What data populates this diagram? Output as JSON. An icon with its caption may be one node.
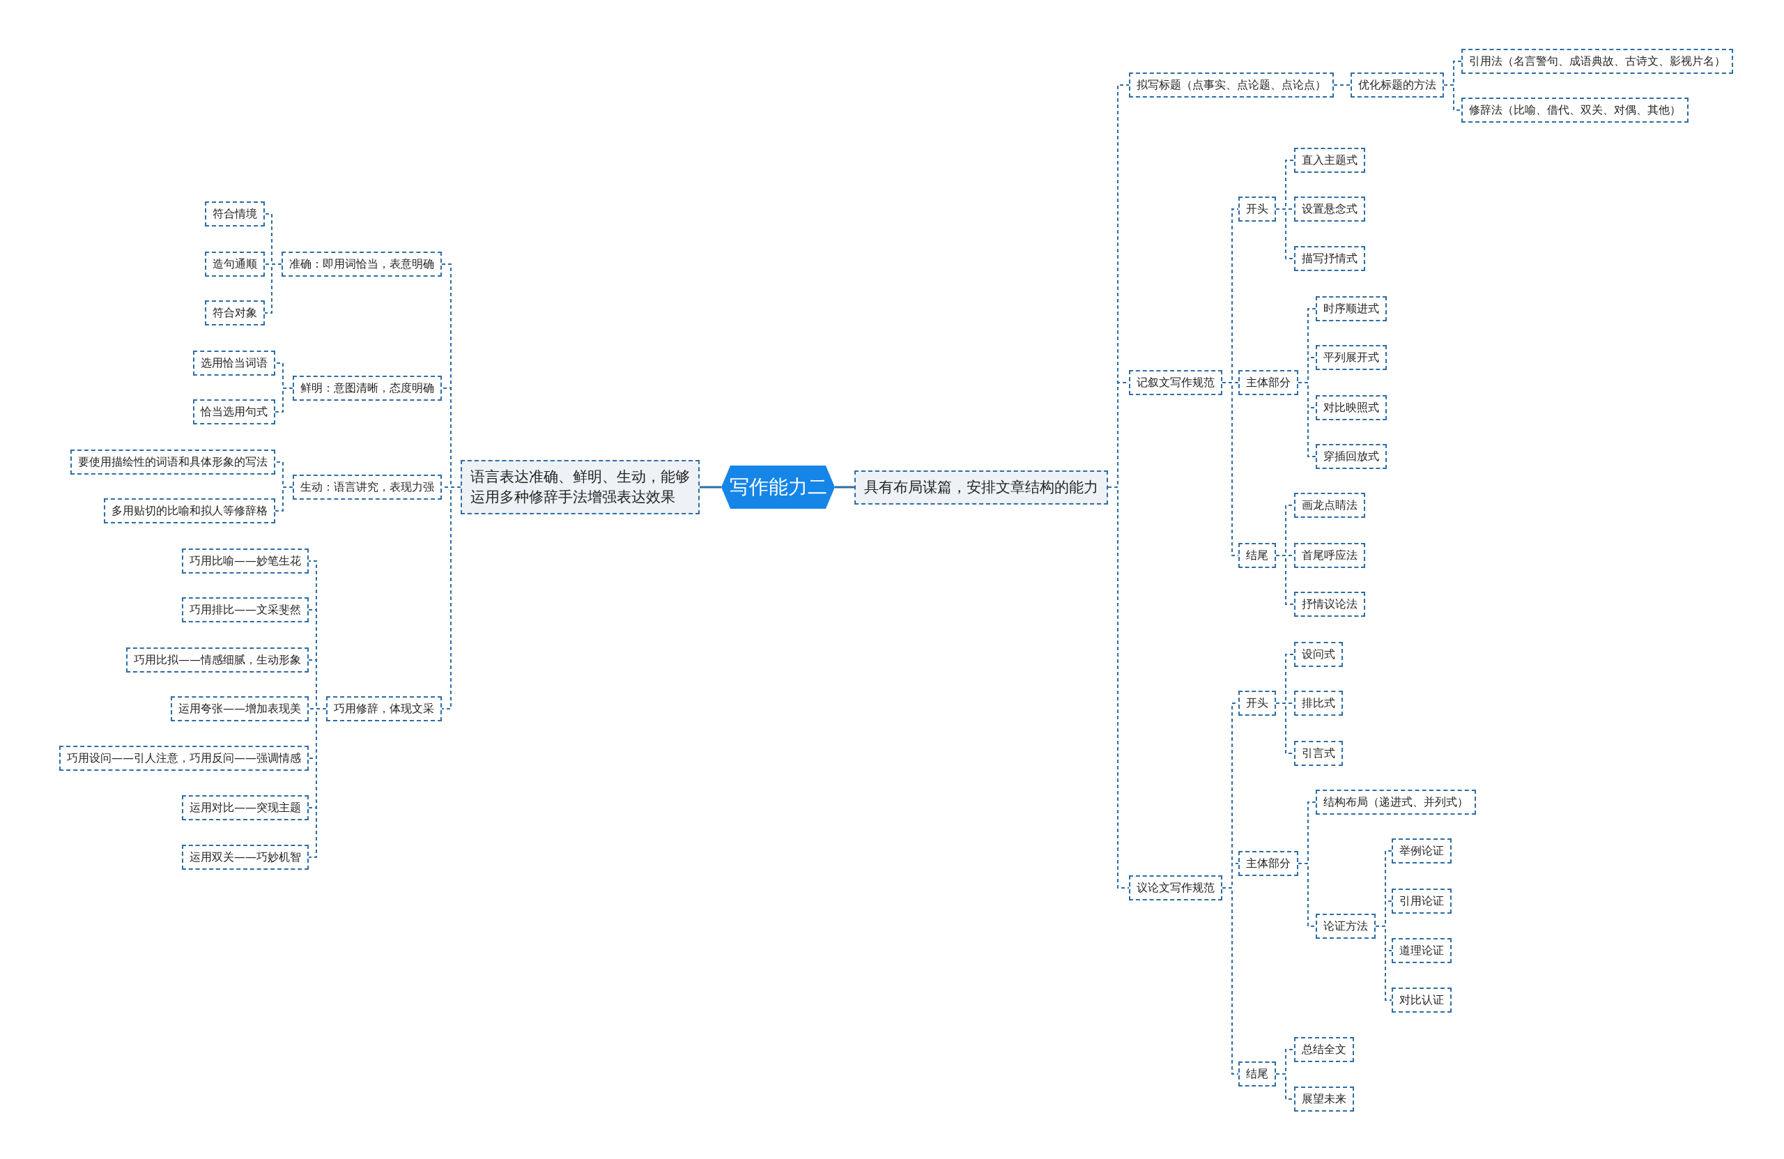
{
  "diagram": {
    "nodes": [
      {
        "text": [
          "写作能力二"
        ]
      },
      {
        "text": [
          "语言表达准确、鲜明、生动，能够运用多种修辞手法增强表达效果"
        ]
      },
      {
        "text": [
          "准确：即用词恰当，表意明确"
        ]
      },
      {
        "text": [
          "符合情境"
        ]
      },
      {
        "text": [
          "造句通顺"
        ]
      },
      {
        "text": [
          "符合对象"
        ]
      },
      {
        "text": [
          "鲜明：意图清晰，态度明确"
        ]
      },
      {
        "text": [
          "选用恰当词语"
        ]
      },
      {
        "text": [
          "恰当选用句式"
        ]
      },
      {
        "text": [
          "生动：语言讲究，表现力强"
        ]
      },
      {
        "text": [
          "要使用描绘性的词语和具体形象的写法"
        ]
      },
      {
        "text": [
          "多用贴切的比喻和拟人等修辞格"
        ]
      },
      {
        "text": [
          "巧用修辞，体现文采"
        ]
      },
      {
        "text": [
          "巧用比喻——妙笔生花"
        ]
      },
      {
        "text": [
          "巧用排比——文采斐然"
        ]
      },
      {
        "text": [
          "巧用比拟——情感细腻，生动形象"
        ]
      },
      {
        "text": [
          "运用夸张——增加表现美"
        ]
      },
      {
        "text": [
          "巧用设问——引人注意，巧用反问——强调情感"
        ]
      },
      {
        "text": [
          "运用对比——突现主题"
        ]
      },
      {
        "text": [
          "运用双关——巧妙机智"
        ]
      },
      {
        "text": [
          "具有布局谋篇，安排文章结构的能力"
        ]
      },
      {
        "text": [
          "拟写标题（点事实、点论题、点论点）"
        ]
      },
      {
        "text": [
          "优化标题的方法"
        ]
      },
      {
        "text": [
          "引用法（名言警句、成语典故、古诗文、影视片名）"
        ]
      },
      {
        "text": [
          "修辞法（比喻、借代、双关、对偶、其他）"
        ]
      },
      {
        "text": [
          "记叙文写作规范"
        ]
      },
      {
        "text": [
          "开头"
        ]
      },
      {
        "text": [
          "直入主题式"
        ]
      },
      {
        "text": [
          "设置悬念式"
        ]
      },
      {
        "text": [
          "描写抒情式"
        ]
      },
      {
        "text": [
          "主体部分"
        ]
      },
      {
        "text": [
          "时序顺进式"
        ]
      },
      {
        "text": [
          "平列展开式"
        ]
      },
      {
        "text": [
          "对比映照式"
        ]
      },
      {
        "text": [
          "穿插回放式"
        ]
      },
      {
        "text": [
          "结尾"
        ]
      },
      {
        "text": [
          "画龙点睛法"
        ]
      },
      {
        "text": [
          "首尾呼应法"
        ]
      },
      {
        "text": [
          "抒情议论法"
        ]
      },
      {
        "text": [
          "议论文写作规范"
        ]
      },
      {
        "text": [
          "开头"
        ]
      },
      {
        "text": [
          "设问式"
        ]
      },
      {
        "text": [
          "排比式"
        ]
      },
      {
        "text": [
          "引言式"
        ]
      },
      {
        "text": [
          "主体部分"
        ]
      },
      {
        "text": [
          "结构布局（递进式、并列式）"
        ]
      },
      {
        "text": [
          "论证方法"
        ]
      },
      {
        "text": [
          "举例论证"
        ]
      },
      {
        "text": [
          "引用论证"
        ]
      },
      {
        "text": [
          "道理论证"
        ]
      },
      {
        "text": [
          "对比认证"
        ]
      },
      {
        "text": [
          "结尾"
        ]
      },
      {
        "text": [
          "总结全文"
        ]
      },
      {
        "text": [
          "展望未来"
        ]
      }
    ],
    "edges": [
      {
        "from": 0,
        "to": 1,
        "arrow": "none"
      },
      {
        "from": 1,
        "to": 2,
        "arrow": "none",
        "style": "dashed"
      },
      {
        "from": 2,
        "to": 3,
        "arrow": "none",
        "style": "dashed"
      },
      {
        "from": 2,
        "to": 4,
        "arrow": "none",
        "style": "dashed"
      },
      {
        "from": 2,
        "to": 5,
        "arrow": "none",
        "style": "dashed"
      },
      {
        "from": 1,
        "to": 6,
        "arrow": "none",
        "style": "dashed"
      },
      {
        "from": 6,
        "to": 7,
        "arrow": "none",
        "style": "dashed"
      },
      {
        "from": 6,
        "to": 8,
        "arrow": "none",
        "style": "dashed"
      },
      {
        "from": 1,
        "to": 9,
        "arrow": "none",
        "style": "dashed"
      },
      {
        "from": 9,
        "to": 10,
        "arrow": "none",
        "style": "dashed"
      },
      {
        "from": 9,
        "to": 11,
        "arrow": "none",
        "style": "dashed"
      },
      {
        "from": 1,
        "to": 12,
        "arrow": "none",
        "style": "dashed"
      },
      {
        "from": 12,
        "to": 13,
        "arrow": "none",
        "style": "dashed"
      },
      {
        "from": 12,
        "to": 14,
        "arrow": "none",
        "style": "dashed"
      },
      {
        "from": 12,
        "to": 15,
        "arrow": "none",
        "style": "dashed"
      },
      {
        "from": 12,
        "to": 16,
        "arrow": "none",
        "style": "dashed"
      },
      {
        "from": 12,
        "to": 17,
        "arrow": "none",
        "style": "dashed"
      },
      {
        "from": 12,
        "to": 18,
        "arrow": "none",
        "style": "dashed"
      },
      {
        "from": 12,
        "to": 19,
        "arrow": "none",
        "style": "dashed"
      },
      {
        "from": 0,
        "to": 20,
        "arrow": "none"
      },
      {
        "from": 20,
        "to": 21,
        "arrow": "none",
        "style": "dashed"
      },
      {
        "from": 21,
        "to": 22,
        "arrow": "none",
        "style": "dashed"
      },
      {
        "from": 22,
        "to": 23,
        "arrow": "none",
        "style": "dashed"
      },
      {
        "from": 22,
        "to": 24,
        "arrow": "none",
        "style": "dashed"
      },
      {
        "from": 20,
        "to": 25,
        "arrow": "none",
        "style": "dashed"
      },
      {
        "from": 25,
        "to": 26,
        "arrow": "none",
        "style": "dashed"
      },
      {
        "from": 26,
        "to": 27,
        "arrow": "none",
        "style": "dashed"
      },
      {
        "from": 26,
        "to": 28,
        "arrow": "none",
        "style": "dashed"
      },
      {
        "from": 26,
        "to": 29,
        "arrow": "none",
        "style": "dashed"
      },
      {
        "from": 25,
        "to": 30,
        "arrow": "none",
        "style": "dashed"
      },
      {
        "from": 30,
        "to": 31,
        "arrow": "none",
        "style": "dashed"
      },
      {
        "from": 30,
        "to": 32,
        "arrow": "none",
        "style": "dashed"
      },
      {
        "from": 30,
        "to": 33,
        "arrow": "none",
        "style": "dashed"
      },
      {
        "from": 30,
        "to": 34,
        "arrow": "none",
        "style": "dashed"
      },
      {
        "from": 25,
        "to": 35,
        "arrow": "none",
        "style": "dashed"
      },
      {
        "from": 35,
        "to": 36,
        "arrow": "none",
        "style": "dashed"
      },
      {
        "from": 35,
        "to": 37,
        "arrow": "none",
        "style": "dashed"
      },
      {
        "from": 35,
        "to": 38,
        "arrow": "none",
        "style": "dashed"
      },
      {
        "from": 20,
        "to": 39,
        "arrow": "none",
        "style": "dashed"
      },
      {
        "from": 39,
        "to": 40,
        "arrow": "none",
        "style": "dashed"
      },
      {
        "from": 40,
        "to": 41,
        "arrow": "none",
        "style": "dashed"
      },
      {
        "from": 40,
        "to": 42,
        "arrow": "none",
        "style": "dashed"
      },
      {
        "from": 40,
        "to": 43,
        "arrow": "none",
        "style": "dashed"
      },
      {
        "from": 39,
        "to": 44,
        "arrow": "none",
        "style": "dashed"
      },
      {
        "from": 44,
        "to": 45,
        "arrow": "none",
        "style": "dashed"
      },
      {
        "from": 44,
        "to": 46,
        "arrow": "none",
        "style": "dashed"
      },
      {
        "from": 46,
        "to": 47,
        "arrow": "none",
        "style": "dashed"
      },
      {
        "from": 46,
        "to": 48,
        "arrow": "none",
        "style": "dashed"
      },
      {
        "from": 46,
        "to": 49,
        "arrow": "none",
        "style": "dashed"
      },
      {
        "from": 46,
        "to": 50,
        "arrow": "none",
        "style": "dashed"
      },
      {
        "from": 39,
        "to": 51,
        "arrow": "none",
        "style": "dashed"
      },
      {
        "from": 51,
        "to": 52,
        "arrow": "none",
        "style": "dashed"
      },
      {
        "from": 51,
        "to": 53,
        "arrow": "none",
        "style": "dashed"
      }
    ]
  }
}
